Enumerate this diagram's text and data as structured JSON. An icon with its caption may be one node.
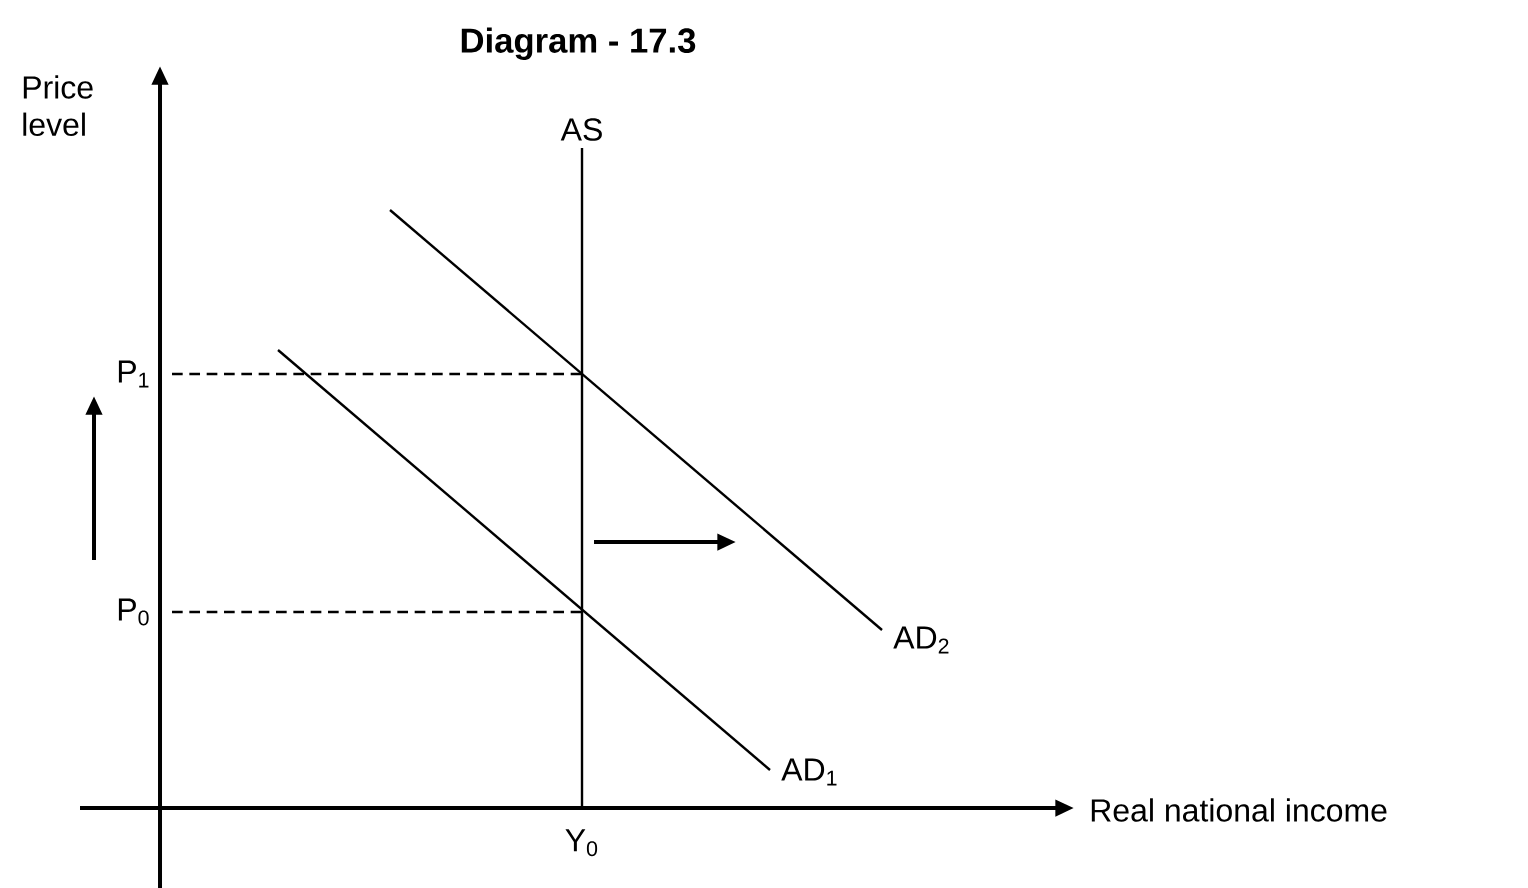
{
  "diagram": {
    "title": "Diagram - 17.3",
    "labels": [
      "Price level",
      "AS",
      "P$_{1}$",
      "P$_{0}$",
      "AD$_{2}$",
      "AD$_{1}$",
      "Y$_{0}$",
      "Real national income"
    ]
  }
}
